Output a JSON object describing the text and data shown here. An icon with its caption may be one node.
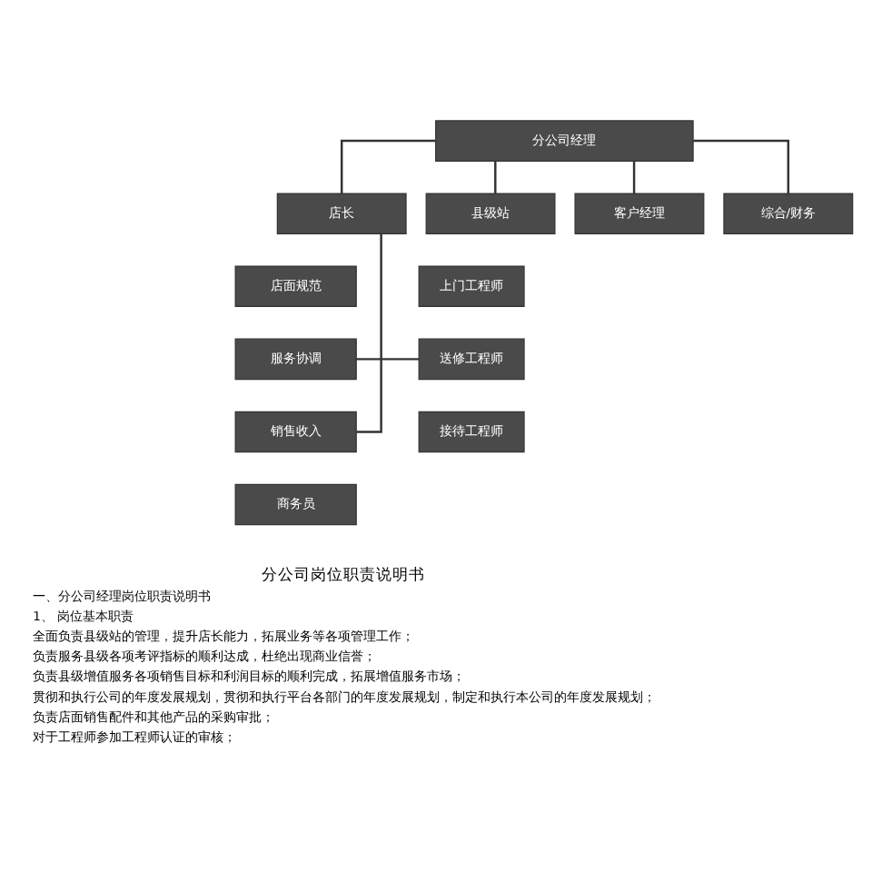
{
  "diagram": {
    "nodes": [
      {
        "text": [
          "分公司经理"
        ]
      },
      {
        "text": [
          "店长"
        ]
      },
      {
        "text": [
          "县级站"
        ]
      },
      {
        "text": [
          "客户经理"
        ]
      },
      {
        "text": [
          "综合/财务"
        ]
      },
      {
        "text": [
          "店面规范"
        ]
      },
      {
        "text": [
          "服务协调"
        ]
      },
      {
        "text": [
          "销售收入"
        ]
      },
      {
        "text": [
          "商务员"
        ]
      },
      {
        "text": [
          "上门工程师"
        ]
      },
      {
        "text": [
          "送修工程师"
        ]
      },
      {
        "text": [
          "接待工程师"
        ]
      }
    ],
    "edges": [
      {
        "from": 0,
        "to": 1,
        "arrow": "none"
      },
      {
        "from": 0,
        "to": 2,
        "arrow": "none"
      },
      {
        "from": 0,
        "to": 3,
        "arrow": "none"
      },
      {
        "from": 0,
        "to": 4,
        "arrow": "none"
      },
      {
        "from": 1,
        "to": 7,
        "arrow": "none"
      },
      {
        "from": 6,
        "to": 10,
        "arrow": "none"
      }
    ],
    "labels": [
      "分公司岗位职责说明书",
      "一、分公司经理岗位职责说明书",
      "1、 岗位基本职责",
      "全面负责县级站的管理，提升店长能力，拓展业务等各项管理工作；",
      "负责服务县级各项考评指标的顺利达成，杜绝出现商业信誉；",
      "负责县级增值服务各项销售目标和利润目标的顺利完成，拓展增值服务市场；",
      "贯彻和执行公司的年度发展规划，贯彻和执行平台各部门的年度发展规划，制定和执行本公司的年度发展规划；",
      "负责店面销售配件和其他产品的采购审批；",
      "对于工程师参加工程师认证的审核；"
    ]
  }
}
